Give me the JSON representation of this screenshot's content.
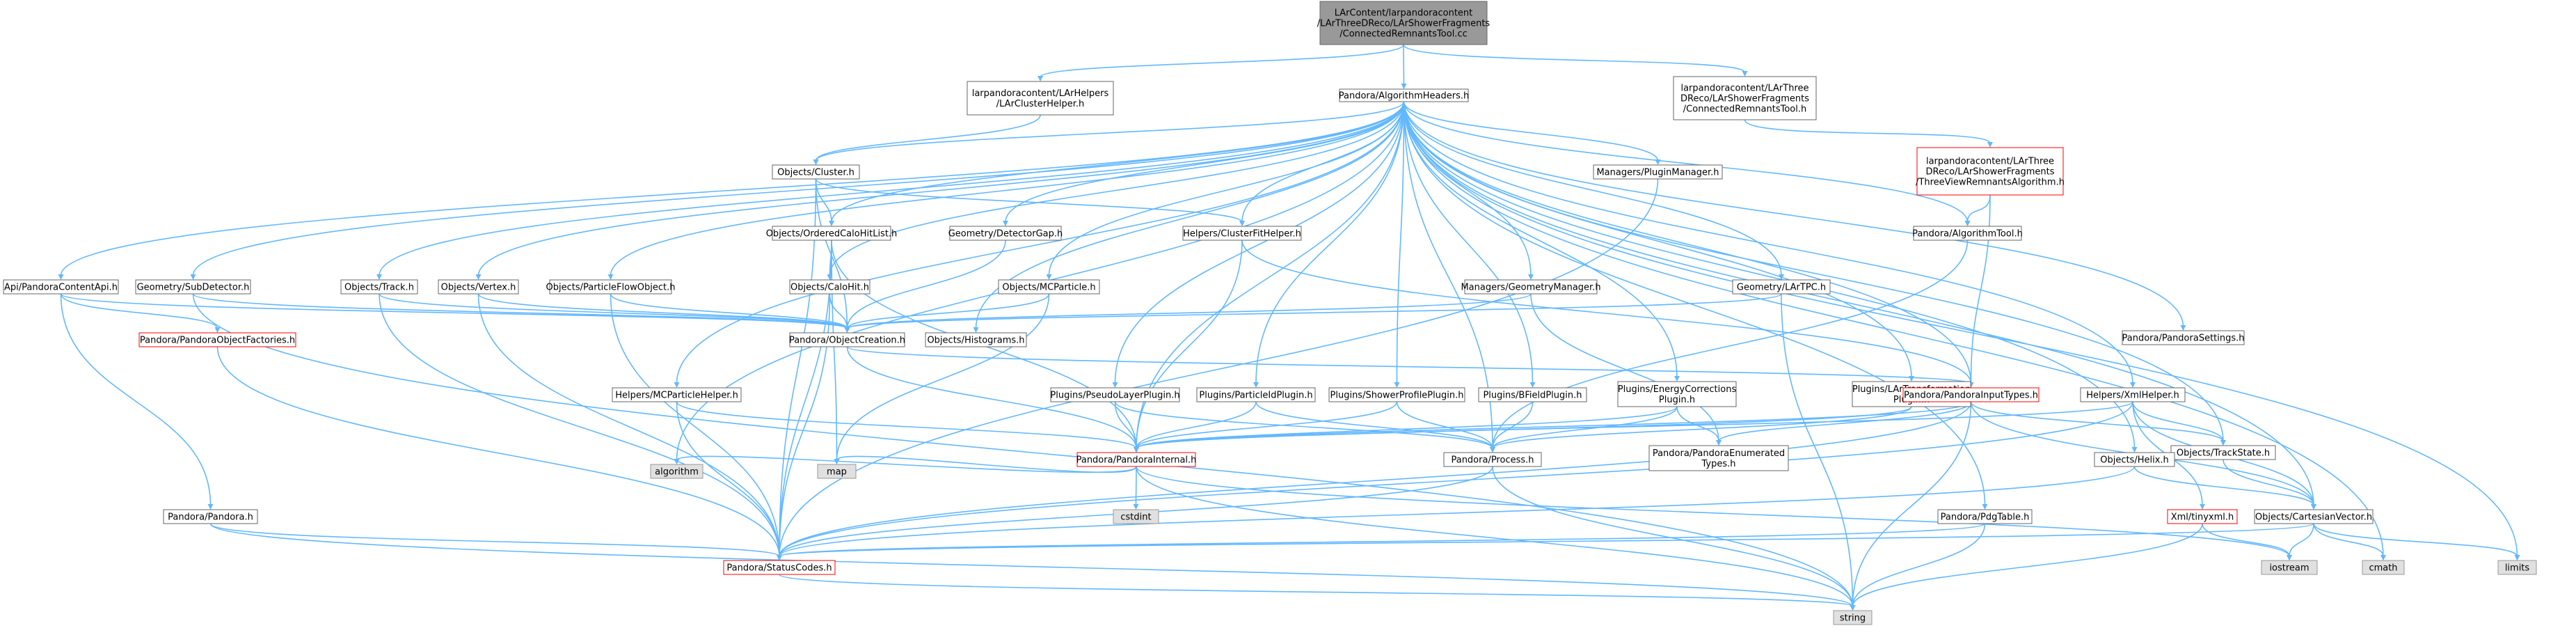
{
  "title": "LArContent/larpandoracontent/LArThreeDReco/LArShowerFragments/ConnectedRemnantsTool.cc",
  "colors": {
    "edge": "#63b8ff",
    "root_fill": "#999999",
    "root_border": "#666666",
    "normal_fill": "#ffffff",
    "normal_border": "#666666",
    "incomplete_border": "#ff0000",
    "system_fill": "#e0e0e0",
    "system_border": "#999999"
  },
  "nodes": {
    "root": {
      "label": [
        "LArContent/larpandoracontent",
        "/LArThreeDReco/LArShowerFragments",
        "/ConnectedRemnantsTool.cc"
      ],
      "kind": "root"
    },
    "clusterHelper": {
      "label": [
        "larpandoracontent/LArHelpers",
        "/LArClusterHelper.h"
      ],
      "kind": "normal"
    },
    "algHeaders": {
      "label": [
        "Pandora/AlgorithmHeaders.h"
      ],
      "kind": "normal"
    },
    "connRemnantsToolH": {
      "label": [
        "larpandoracontent/LArThree",
        "DReco/LArShowerFragments",
        "/ConnectedRemnantsTool.h"
      ],
      "kind": "normal"
    },
    "threeViewRemnants": {
      "label": [
        "larpandoracontent/LArThree",
        "DReco/LArShowerFragments",
        "/ThreeViewRemnantsAlgorithm.h"
      ],
      "kind": "incomplete"
    },
    "objCluster": {
      "label": [
        "Objects/Cluster.h"
      ],
      "kind": "normal"
    },
    "pluginManager": {
      "label": [
        "Managers/PluginManager.h"
      ],
      "kind": "normal"
    },
    "orderedCaloHitList": {
      "label": [
        "Objects/OrderedCaloHitList.h"
      ],
      "kind": "normal"
    },
    "detectorGap": {
      "label": [
        "Geometry/DetectorGap.h"
      ],
      "kind": "normal"
    },
    "clusterFitHelper": {
      "label": [
        "Helpers/ClusterFitHelper.h"
      ],
      "kind": "normal"
    },
    "algorithmTool": {
      "label": [
        "Pandora/AlgorithmTool.h"
      ],
      "kind": "normal"
    },
    "pandoraContentApi": {
      "label": [
        "Api/PandoraContentApi.h"
      ],
      "kind": "normal"
    },
    "subDetector": {
      "label": [
        "Geometry/SubDetector.h"
      ],
      "kind": "normal"
    },
    "objTrack": {
      "label": [
        "Objects/Track.h"
      ],
      "kind": "normal"
    },
    "objVertex": {
      "label": [
        "Objects/Vertex.h"
      ],
      "kind": "normal"
    },
    "particleFlowObject": {
      "label": [
        "Objects/ParticleFlowObject.h"
      ],
      "kind": "normal"
    },
    "objCaloHit": {
      "label": [
        "Objects/CaloHit.h"
      ],
      "kind": "normal"
    },
    "objMCParticle": {
      "label": [
        "Objects/MCParticle.h"
      ],
      "kind": "normal"
    },
    "geometryManager": {
      "label": [
        "Managers/GeometryManager.h"
      ],
      "kind": "normal"
    },
    "larTPC": {
      "label": [
        "Geometry/LArTPC.h"
      ],
      "kind": "normal"
    },
    "pandoraSettings": {
      "label": [
        "Pandora/PandoraSettings.h"
      ],
      "kind": "normal"
    },
    "pandoraObjectFactories": {
      "label": [
        "Pandora/PandoraObjectFactories.h"
      ],
      "kind": "incomplete"
    },
    "objectCreation": {
      "label": [
        "Pandora/ObjectCreation.h"
      ],
      "kind": "normal"
    },
    "objHistograms": {
      "label": [
        "Objects/Histograms.h"
      ],
      "kind": "normal"
    },
    "mcParticleHelper": {
      "label": [
        "Helpers/MCParticleHelper.h"
      ],
      "kind": "normal"
    },
    "pseudoLayerPlugin": {
      "label": [
        "Plugins/PseudoLayerPlugin.h"
      ],
      "kind": "normal"
    },
    "particleIdPlugin": {
      "label": [
        "Plugins/ParticleIdPlugin.h"
      ],
      "kind": "normal"
    },
    "showerProfilePlugin": {
      "label": [
        "Plugins/ShowerProfilePlugin.h"
      ],
      "kind": "normal"
    },
    "bFieldPlugin": {
      "label": [
        "Plugins/BFieldPlugin.h"
      ],
      "kind": "normal"
    },
    "energyCorrectionsPlugin": {
      "label": [
        "Plugins/EnergyCorrections",
        "Plugin.h"
      ],
      "kind": "normal"
    },
    "larTransformationPlugin": {
      "label": [
        "Plugins/LArTransformation",
        "Plugin.h"
      ],
      "kind": "normal"
    },
    "pandoraInputTypes": {
      "label": [
        "Pandora/PandoraInputTypes.h"
      ],
      "kind": "incomplete"
    },
    "xmlHelper": {
      "label": [
        "Helpers/XmlHelper.h"
      ],
      "kind": "normal"
    },
    "pandoraEnumeratedTypes": {
      "label": [
        "Pandora/PandoraEnumerated",
        "Types.h"
      ],
      "kind": "normal"
    },
    "objTrackState": {
      "label": [
        "Objects/TrackState.h"
      ],
      "kind": "normal"
    },
    "pandoraH": {
      "label": [
        "Pandora/Pandora.h"
      ],
      "kind": "normal"
    },
    "pandoraInternal": {
      "label": [
        "Pandora/PandoraInternal.h"
      ],
      "kind": "incomplete"
    },
    "pandoraProcess": {
      "label": [
        "Pandora/Process.h"
      ],
      "kind": "normal"
    },
    "objHelix": {
      "label": [
        "Objects/Helix.h"
      ],
      "kind": "normal"
    },
    "pdgTable": {
      "label": [
        "Pandora/PdgTable.h"
      ],
      "kind": "normal"
    },
    "cartesianVector": {
      "label": [
        "Objects/CartesianVector.h"
      ],
      "kind": "normal"
    },
    "tinyxml": {
      "label": [
        "Xml/tinyxml.h"
      ],
      "kind": "incomplete"
    },
    "algorithm": {
      "label": [
        "algorithm"
      ],
      "kind": "system"
    },
    "map": {
      "label": [
        "map"
      ],
      "kind": "system"
    },
    "cstdint": {
      "label": [
        "cstdint"
      ],
      "kind": "system"
    },
    "statusCodes": {
      "label": [
        "Pandora/StatusCodes.h"
      ],
      "kind": "incomplete"
    },
    "iostream": {
      "label": [
        "iostream"
      ],
      "kind": "system"
    },
    "cmath": {
      "label": [
        "cmath"
      ],
      "kind": "system"
    },
    "limits": {
      "label": [
        "limits"
      ],
      "kind": "system"
    },
    "string": {
      "label": [
        "string"
      ],
      "kind": "system"
    }
  },
  "edges": [
    [
      "root",
      "clusterHelper"
    ],
    [
      "root",
      "algHeaders"
    ],
    [
      "root",
      "connRemnantsToolH"
    ],
    [
      "clusterHelper",
      "objCluster"
    ],
    [
      "connRemnantsToolH",
      "threeViewRemnants"
    ],
    [
      "threeViewRemnants",
      "algorithmTool"
    ],
    [
      "threeViewRemnants",
      "pandoraInputTypes"
    ],
    [
      "algHeaders",
      "pandoraContentApi"
    ],
    [
      "algHeaders",
      "subDetector"
    ],
    [
      "algHeaders",
      "objTrack"
    ],
    [
      "algHeaders",
      "objVertex"
    ],
    [
      "algHeaders",
      "particleFlowObject"
    ],
    [
      "algHeaders",
      "objCluster"
    ],
    [
      "algHeaders",
      "orderedCaloHitList"
    ],
    [
      "algHeaders",
      "objCaloHit"
    ],
    [
      "algHeaders",
      "detectorGap"
    ],
    [
      "algHeaders",
      "objMCParticle"
    ],
    [
      "algHeaders",
      "objHistograms"
    ],
    [
      "algHeaders",
      "clusterFitHelper"
    ],
    [
      "algHeaders",
      "mcParticleHelper"
    ],
    [
      "algHeaders",
      "pseudoLayerPlugin"
    ],
    [
      "algHeaders",
      "particleIdPlugin"
    ],
    [
      "algHeaders",
      "showerProfilePlugin"
    ],
    [
      "algHeaders",
      "bFieldPlugin"
    ],
    [
      "algHeaders",
      "geometryManager"
    ],
    [
      "algHeaders",
      "pluginManager"
    ],
    [
      "algHeaders",
      "energyCorrectionsPlugin"
    ],
    [
      "algHeaders",
      "larTPC"
    ],
    [
      "algHeaders",
      "algorithmTool"
    ],
    [
      "algHeaders",
      "larTransformationPlugin"
    ],
    [
      "algHeaders",
      "pandoraInputTypes"
    ],
    [
      "algHeaders",
      "pandoraSettings"
    ],
    [
      "algHeaders",
      "objHelix"
    ],
    [
      "algHeaders",
      "pdgTable"
    ],
    [
      "algHeaders",
      "xmlHelper"
    ],
    [
      "algHeaders",
      "objTrackState"
    ],
    [
      "algHeaders",
      "cartesianVector"
    ],
    [
      "algHeaders",
      "pandoraInternal"
    ],
    [
      "algHeaders",
      "pandoraProcess"
    ],
    [
      "algHeaders",
      "algorithm"
    ],
    [
      "algHeaders",
      "cmath"
    ],
    [
      "algHeaders",
      "limits"
    ],
    [
      "pandoraContentApi",
      "pandoraObjectFactories"
    ],
    [
      "pandoraContentApi",
      "pandoraH"
    ],
    [
      "pandoraContentApi",
      "objectCreation"
    ],
    [
      "pandoraObjectFactories",
      "statusCodes"
    ],
    [
      "pandoraH",
      "statusCodes"
    ],
    [
      "pandoraH",
      "string"
    ],
    [
      "subDetector",
      "objectCreation"
    ],
    [
      "subDetector",
      "string"
    ],
    [
      "objTrack",
      "objectCreation"
    ],
    [
      "objTrack",
      "statusCodes"
    ],
    [
      "objVertex",
      "objectCreation"
    ],
    [
      "objVertex",
      "statusCodes"
    ],
    [
      "particleFlowObject",
      "objectCreation"
    ],
    [
      "particleFlowObject",
      "statusCodes"
    ],
    [
      "objCluster",
      "orderedCaloHitList"
    ],
    [
      "objCluster",
      "objectCreation"
    ],
    [
      "objCluster",
      "clusterFitHelper"
    ],
    [
      "objCluster",
      "statusCodes"
    ],
    [
      "orderedCaloHitList",
      "objCaloHit"
    ],
    [
      "orderedCaloHitList",
      "map"
    ],
    [
      "orderedCaloHitList",
      "pandoraInternal"
    ],
    [
      "orderedCaloHitList",
      "statusCodes"
    ],
    [
      "objCaloHit",
      "objectCreation"
    ],
    [
      "objCaloHit",
      "statusCodes"
    ],
    [
      "detectorGap",
      "objectCreation"
    ],
    [
      "objMCParticle",
      "objectCreation"
    ],
    [
      "objMCParticle",
      "map"
    ],
    [
      "clusterFitHelper",
      "pandoraInternal"
    ],
    [
      "clusterFitHelper",
      "pandoraInputTypes"
    ],
    [
      "geometryManager",
      "objectCreation"
    ],
    [
      "geometryManager",
      "pandoraEnumeratedTypes"
    ],
    [
      "larTPC",
      "objectCreation"
    ],
    [
      "larTPC",
      "string"
    ],
    [
      "pluginManager",
      "statusCodes"
    ],
    [
      "algorithmTool",
      "pandoraProcess"
    ],
    [
      "objectCreation",
      "pandoraInternal"
    ],
    [
      "objectCreation",
      "pandoraInputTypes"
    ],
    [
      "mcParticleHelper",
      "pandoraInternal"
    ],
    [
      "mcParticleHelper",
      "statusCodes"
    ],
    [
      "pseudoLayerPlugin",
      "pandoraInternal"
    ],
    [
      "pseudoLayerPlugin",
      "pandoraProcess"
    ],
    [
      "particleIdPlugin",
      "pandoraInternal"
    ],
    [
      "particleIdPlugin",
      "pandoraProcess"
    ],
    [
      "showerProfilePlugin",
      "pandoraInternal"
    ],
    [
      "showerProfilePlugin",
      "pandoraProcess"
    ],
    [
      "bFieldPlugin",
      "pandoraProcess"
    ],
    [
      "energyCorrectionsPlugin",
      "pandoraInternal"
    ],
    [
      "energyCorrectionsPlugin",
      "pandoraEnumeratedTypes"
    ],
    [
      "energyCorrectionsPlugin",
      "pandoraProcess"
    ],
    [
      "larTransformationPlugin",
      "pandoraInternal"
    ],
    [
      "larTransformationPlugin",
      "pandoraProcess"
    ],
    [
      "pandoraInputTypes",
      "pandoraEnumeratedTypes"
    ],
    [
      "pandoraInputTypes",
      "pandoraInternal"
    ],
    [
      "pandoraInputTypes",
      "statusCodes"
    ],
    [
      "pandoraInputTypes",
      "string"
    ],
    [
      "pandoraInputTypes",
      "cartesianVector"
    ],
    [
      "pandoraInputTypes",
      "objTrackState"
    ],
    [
      "pandoraInternal",
      "algorithm"
    ],
    [
      "pandoraInternal",
      "map"
    ],
    [
      "pandoraInternal",
      "cstdint"
    ],
    [
      "pandoraInternal",
      "iostream"
    ],
    [
      "pandoraInternal",
      "string"
    ],
    [
      "pandoraProcess",
      "statusCodes"
    ],
    [
      "pandoraProcess",
      "string"
    ],
    [
      "xmlHelper",
      "pandoraInternal"
    ],
    [
      "xmlHelper",
      "tinyxml"
    ],
    [
      "xmlHelper",
      "objTrackState"
    ],
    [
      "xmlHelper",
      "cartesianVector"
    ],
    [
      "xmlHelper",
      "statusCodes"
    ],
    [
      "objHelix",
      "cartesianVector"
    ],
    [
      "objHelix",
      "statusCodes"
    ],
    [
      "objTrackState",
      "cartesianVector"
    ],
    [
      "cartesianVector",
      "statusCodes"
    ],
    [
      "cartesianVector",
      "cmath"
    ],
    [
      "cartesianVector",
      "iostream"
    ],
    [
      "cartesianVector",
      "limits"
    ],
    [
      "tinyxml",
      "iostream"
    ],
    [
      "tinyxml",
      "string"
    ],
    [
      "pdgTable",
      "statusCodes"
    ],
    [
      "pdgTable",
      "string"
    ],
    [
      "statusCodes",
      "string"
    ]
  ]
}
